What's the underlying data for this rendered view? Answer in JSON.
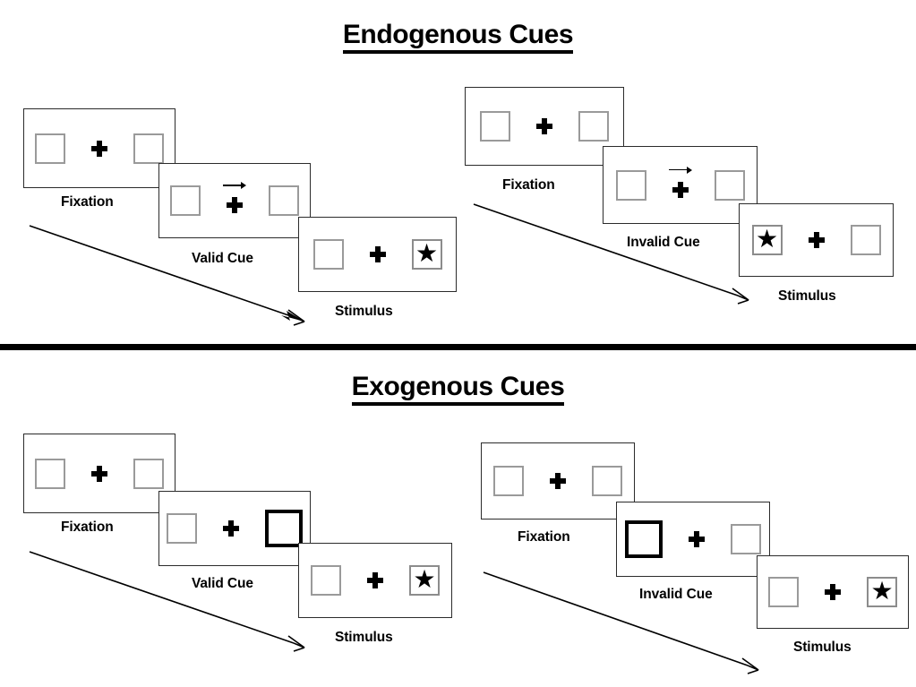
{
  "sections": [
    {
      "id": "endogenous",
      "title": "Endogenous Cues",
      "trials": [
        {
          "id": "endogenous-valid",
          "type": "valid",
          "panels": [
            {
              "caption": "Fixation",
              "cue": "none",
              "target": "none",
              "cue_side": "none"
            },
            {
              "caption": "Valid Cue",
              "cue": "arrow-right",
              "target": "none",
              "cue_side": "right"
            },
            {
              "caption": "Stimulus",
              "cue": "none",
              "target": "right",
              "cue_side": "none"
            }
          ]
        },
        {
          "id": "endogenous-invalid",
          "type": "invalid",
          "panels": [
            {
              "caption": "Fixation",
              "cue": "none",
              "target": "none",
              "cue_side": "none"
            },
            {
              "caption": "Invalid Cue",
              "cue": "arrow-right",
              "target": "none",
              "cue_side": "right"
            },
            {
              "caption": "Stimulus",
              "cue": "none",
              "target": "left",
              "cue_side": "none"
            }
          ]
        }
      ]
    },
    {
      "id": "exogenous",
      "title": "Exogenous Cues",
      "trials": [
        {
          "id": "exogenous-valid",
          "type": "valid",
          "panels": [
            {
              "caption": "Fixation",
              "cue": "none",
              "target": "none",
              "cue_side": "none"
            },
            {
              "caption": "Valid Cue",
              "cue": "box-flash",
              "target": "none",
              "cue_side": "right"
            },
            {
              "caption": "Stimulus",
              "cue": "none",
              "target": "right",
              "cue_side": "none"
            }
          ]
        },
        {
          "id": "exogenous-invalid",
          "type": "invalid",
          "panels": [
            {
              "caption": "Fixation",
              "cue": "none",
              "target": "none",
              "cue_side": "none"
            },
            {
              "caption": "Invalid Cue",
              "cue": "box-flash",
              "target": "none",
              "cue_side": "left"
            },
            {
              "caption": "Stimulus",
              "cue": "none",
              "target": "right",
              "cue_side": "none"
            }
          ]
        }
      ]
    }
  ],
  "glyphs": {
    "star": "★",
    "fixation_cross": "+",
    "cue_arrow": "→"
  },
  "colors": {
    "ink": "#000000",
    "frame_border": "#2b2b2b",
    "slot_border": "#9a9a9a",
    "cued_slot_border": "#000000",
    "background": "#ffffff",
    "divider": "#000000"
  },
  "captions": {
    "fixation": "Fixation",
    "valid_cue": "Valid Cue",
    "invalid_cue": "Invalid Cue",
    "stimulus": "Stimulus"
  }
}
